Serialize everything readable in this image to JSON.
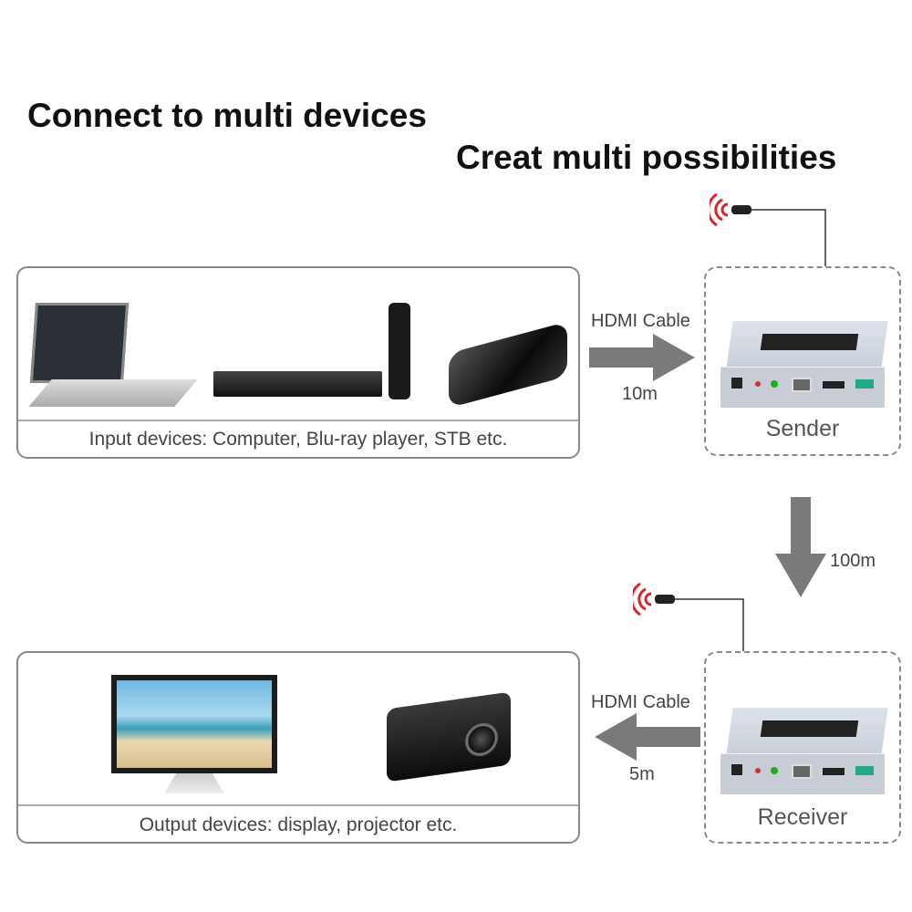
{
  "headline": {
    "line1": "Connect to multi devices",
    "line2": "Creat multi possibilities"
  },
  "input_panel": {
    "caption": "Input devices: Computer, Blu-ray player, STB etc.",
    "devices": [
      "laptop",
      "blu-ray-player",
      "remote-control",
      "set-top-box"
    ]
  },
  "output_panel": {
    "caption": "Output devices: display, projector etc.",
    "devices": [
      "monitor",
      "projector"
    ]
  },
  "links": {
    "input_to_sender": {
      "label": "HDMI Cable",
      "distance": "10m"
    },
    "sender_to_receiver": {
      "distance": "100m"
    },
    "receiver_to_output": {
      "label": "HDMI Cable",
      "distance": "5m"
    }
  },
  "sender": {
    "label": "Sender"
  },
  "receiver": {
    "label": "Receiver"
  },
  "colors": {
    "arrow": "#7a7a7a",
    "ir_signal": "#d9262b",
    "border": "#888888"
  }
}
